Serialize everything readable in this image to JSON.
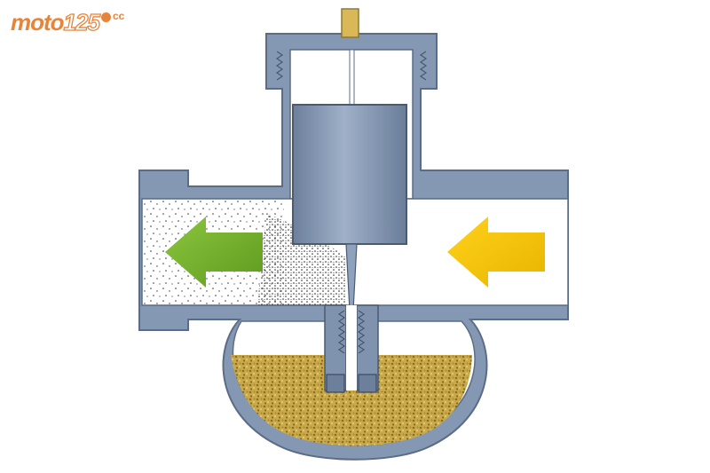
{
  "logo": {
    "brand": "moto",
    "number": "125",
    "suffix": "cc",
    "color": "#e8843a"
  },
  "colors": {
    "body": "#8497b3",
    "body_stroke": "#5b6c86",
    "chamber": "#ffffff",
    "piston": "#7f93af",
    "fuel": "#c9a94a",
    "arrow_out": "#7ab52b",
    "arrow_in": "#f2c400",
    "cable": "#d8b857"
  },
  "icons": {
    "outlet_arrow": "arrow-left-icon",
    "inlet_arrow": "arrow-left-icon",
    "brand_dot": "dot-icon"
  }
}
